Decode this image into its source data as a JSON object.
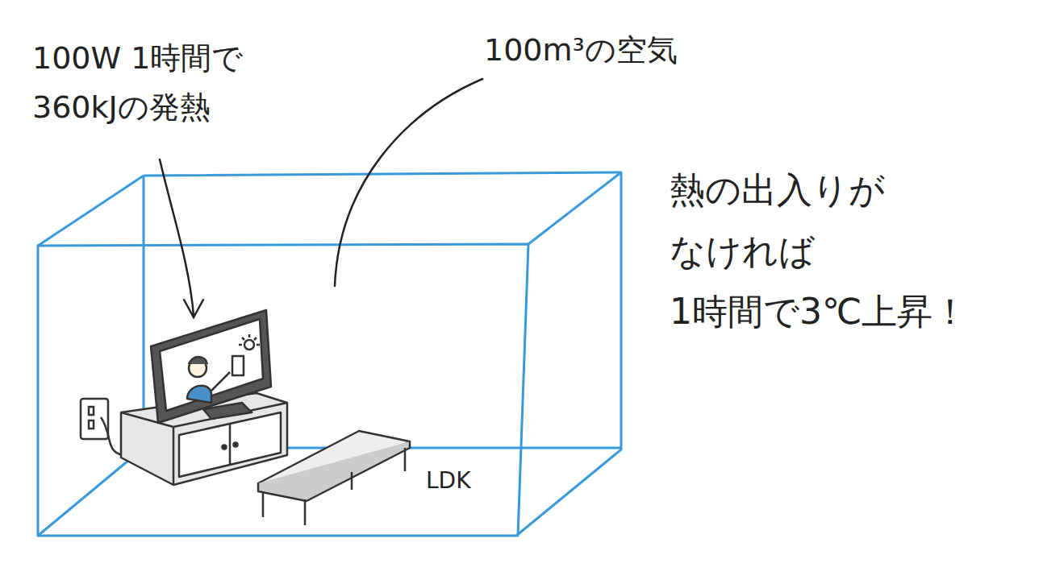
{
  "diagram": {
    "labels": [
      "100W 1時間で 360kJの発熱",
      "100m³の空気",
      "熱の出入りが なければ 1時間で3℃上昇！",
      "LDK"
    ]
  }
}
